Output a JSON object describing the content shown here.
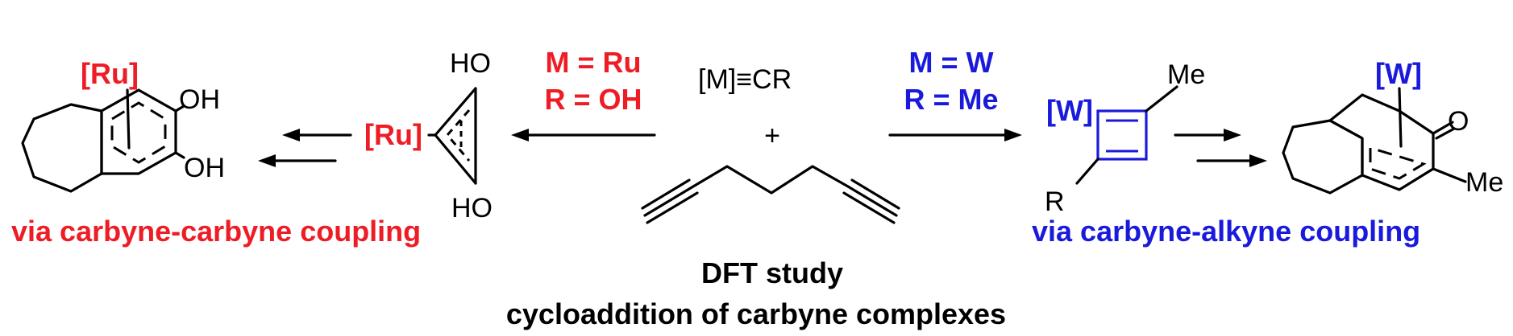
{
  "colors": {
    "ru": "#ee1c25",
    "w": "#1a1adc",
    "text": "#000000"
  },
  "center": {
    "reagent": "[M]≡CR",
    "plus": "+",
    "study_title": "DFT study",
    "study_subtitle": "cycloaddition of carbyne complexes"
  },
  "ru_path": {
    "condition_metal": "M = Ru",
    "condition_r": "R = OH",
    "intermediate_metal": "[Ru]",
    "intermediate_top": "HO",
    "intermediate_bottom": "HO",
    "product_metal": "[Ru]",
    "product_oh_top": "OH",
    "product_oh_bottom": "OH",
    "caption": "via carbyne-carbyne coupling"
  },
  "w_path": {
    "condition_metal": "M = W",
    "condition_r": "R = Me",
    "intermediate_metal": "[W]",
    "intermediate_me": "Me",
    "intermediate_r": "R",
    "product_metal": "[W]",
    "product_o": "O",
    "product_me": "Me",
    "caption": "via carbyne-alkyne coupling"
  }
}
